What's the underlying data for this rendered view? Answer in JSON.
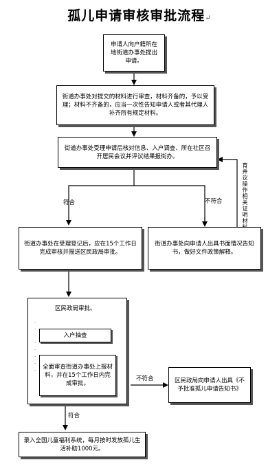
{
  "title": "孤儿申请审核审批流程",
  "title_mark": "↵",
  "steps": {
    "apply": "申请人向户籍所在地街道办事处提出申请。",
    "review": "街道办事处对提交的材料进行审查，材料齐备的，予以受理；材料不齐备的，应当一次性告知申请人或者其代理人补齐所有规定材料。",
    "verify": "街道办事处受理申请后核对信息、入户调查、所在社区召开居民会议并评议结果报街办。",
    "pass_register": "街道办事处在受理登记后，应在15个工作日完成审核并报送区民政局审批。",
    "fail_notice": "街道办事处向申请人出具书面情况告知书，做好文件政策解释。",
    "district": "区民政局审批。",
    "home_check": "入户抽查",
    "city_check": "全面审查街道办事处上报材料，并在15个工作日内完成审批。",
    "reject_notice": "区民政局向申请人出具《不予批准孤儿申请告知书》",
    "final": "录入全国儿童福利系统，每月按时发放孤儿生活补助1000元。"
  },
  "labels": {
    "pass": "符合",
    "fail": "不符合",
    "fail2": "不符合",
    "pass2": "符合",
    "resubmit": "育并议操作相关证明材料"
  }
}
